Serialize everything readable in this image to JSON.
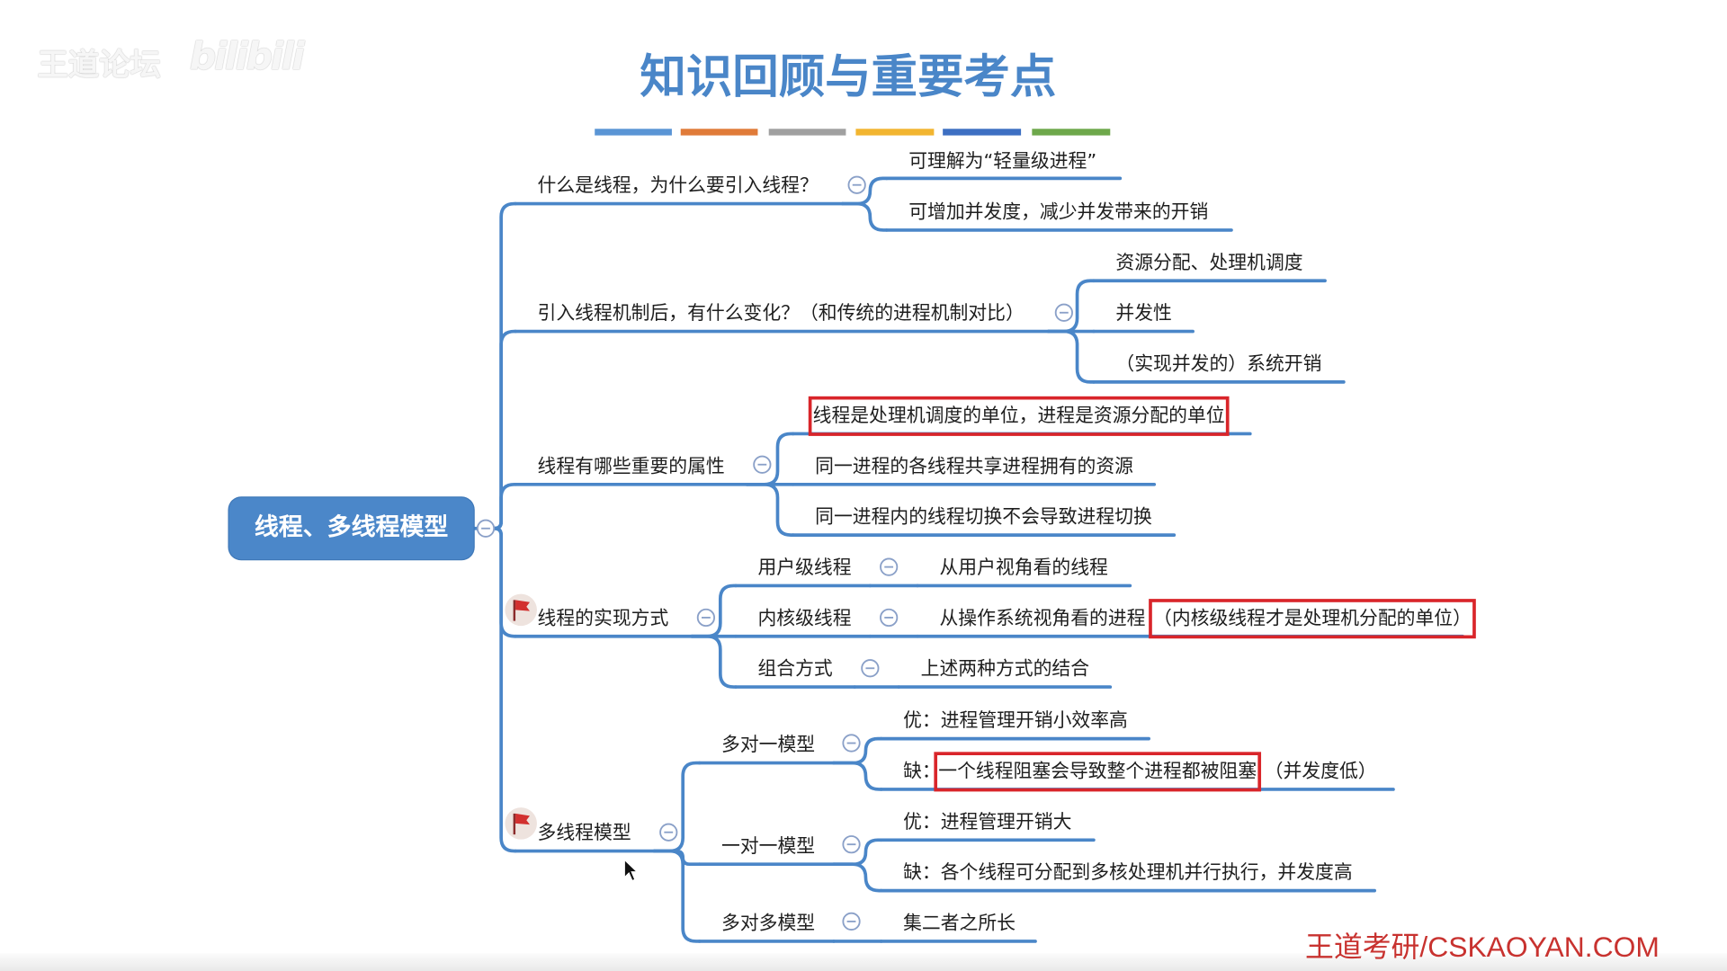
{
  "watermark": {
    "forum": "王道论坛",
    "logo": "bilibili"
  },
  "title": "知识回顾与重要考点",
  "title_bar_colors": [
    "#5a95d5",
    "#e07b39",
    "#a0a0a0",
    "#f2b530",
    "#3d6fc2",
    "#6ea84b"
  ],
  "colors": {
    "accent": "#4a86c8",
    "highlight_box": "#d9252a",
    "brand": "#c8322f",
    "toggle": "#8aa0c8"
  },
  "icons": {
    "collapse": "minus-circle-icon",
    "marker": "flag-icon",
    "pointer": "mouse-cursor-icon"
  },
  "mindmap": {
    "root": {
      "label": "线程、多线程模型"
    },
    "branches": [
      {
        "label": "什么是线程，为什么要引入线程？",
        "children": [
          {
            "label": "可理解为“轻量级进程”"
          },
          {
            "label": "可增加并发度，减少并发带来的开销"
          }
        ]
      },
      {
        "label": "引入线程机制后，有什么变化？（和传统的进程机制对比）",
        "children": [
          {
            "label": "资源分配、处理机调度"
          },
          {
            "label": "并发性"
          },
          {
            "label": "（实现并发的）系统开销"
          }
        ]
      },
      {
        "label": "线程有哪些重要的属性",
        "children": [
          {
            "highlight": "线程是处理机调度的单位，进程是资源分配的单位"
          },
          {
            "label": "同一进程的各线程共享进程拥有的资源"
          },
          {
            "label": "同一进程内的线程切换不会导致进程切换"
          }
        ]
      },
      {
        "label": "线程的实现方式",
        "marker": "flag",
        "children": [
          {
            "label": "用户级线程",
            "children": [
              {
                "label": "从用户视角看的线程"
              }
            ]
          },
          {
            "label": "内核级线程",
            "children": [
              {
                "label": "从操作系统视角看的进程",
                "highlight": "（内核级线程才是处理机分配的单位）"
              }
            ]
          },
          {
            "label": "组合方式",
            "children": [
              {
                "label": "上述两种方式的结合"
              }
            ]
          }
        ]
      },
      {
        "label": "多线程模型",
        "marker": "flag",
        "children": [
          {
            "label": "多对一模型",
            "children": [
              {
                "label": "优：进程管理开销小效率高"
              },
              {
                "label": "缺：",
                "highlight": "一个线程阻塞会导致整个进程都被阻塞",
                "suffix": "（并发度低）"
              }
            ]
          },
          {
            "label": "一对一模型",
            "children": [
              {
                "label": "优：进程管理开销大"
              },
              {
                "label": "缺：各个线程可分配到多核处理机并行执行，并发度高"
              }
            ]
          },
          {
            "label": "多对多模型",
            "children": [
              {
                "label": "集二者之所长"
              }
            ]
          }
        ]
      }
    ]
  },
  "footer": {
    "brand": "王道考研/CSKAOYAN.COM"
  }
}
